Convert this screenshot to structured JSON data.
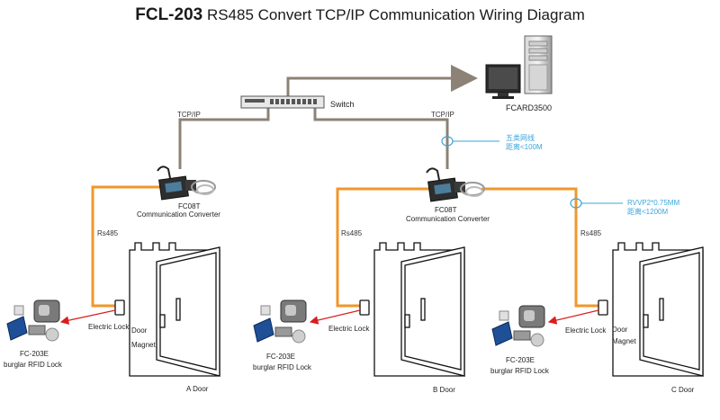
{
  "title": {
    "model": "FCL-203",
    "rest": " RS485 Convert TCP/IP Communication Wiring Diagram"
  },
  "pc_label": "FCARD3500",
  "switch_label": "Switch",
  "tcpip_label": "TCP/IP",
  "cable_note": {
    "line1": "五类网线",
    "line2": "距离<100M"
  },
  "rvvp_note": {
    "line1": "RVVP2*0.75MM",
    "line2": "距离<1200M"
  },
  "converter": {
    "model": "FC08T",
    "name": "Communication Converter"
  },
  "rs485_label": "Rs485",
  "electric_lock_label": "Electric Lock",
  "door_label": "Door",
  "magnet_label": "Magnet",
  "lock": {
    "model": "FC-203E",
    "name": "burglar RFID Lock"
  },
  "doors": [
    "A Door",
    "B Door",
    "C Door"
  ],
  "colors": {
    "tcp_line": "#8c8275",
    "rs485_line": "#f0972a",
    "note": "#3aa6db",
    "arrow": "#d81e1e"
  }
}
